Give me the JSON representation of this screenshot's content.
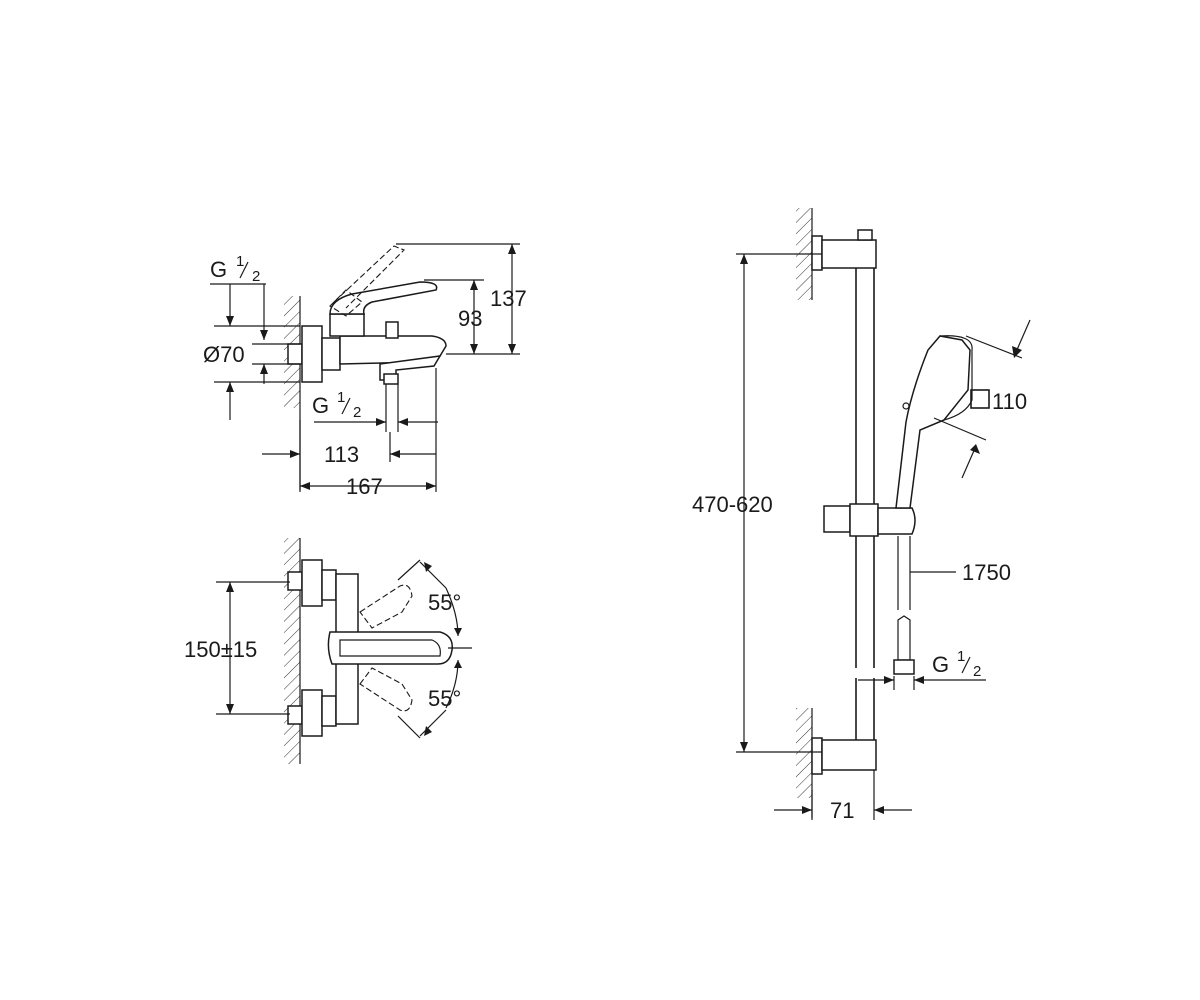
{
  "front_view": {
    "g_half_top": {
      "g": "G",
      "num": "1",
      "den": "2"
    },
    "g_half_bottom": {
      "g": "G",
      "num": "1",
      "den": "2"
    },
    "diameter": "Ø70",
    "height_93": "93",
    "height_137": "137",
    "width_113": "113",
    "width_167": "167"
  },
  "top_view": {
    "centres": "150±15",
    "angle_top": "55°",
    "angle_bottom": "55°"
  },
  "shower_rail": {
    "height_range": "470-620",
    "head_size": "110",
    "hose_length": "1750",
    "g_half": {
      "g": "G",
      "num": "1",
      "den": "2"
    },
    "wall_distance": "71"
  }
}
